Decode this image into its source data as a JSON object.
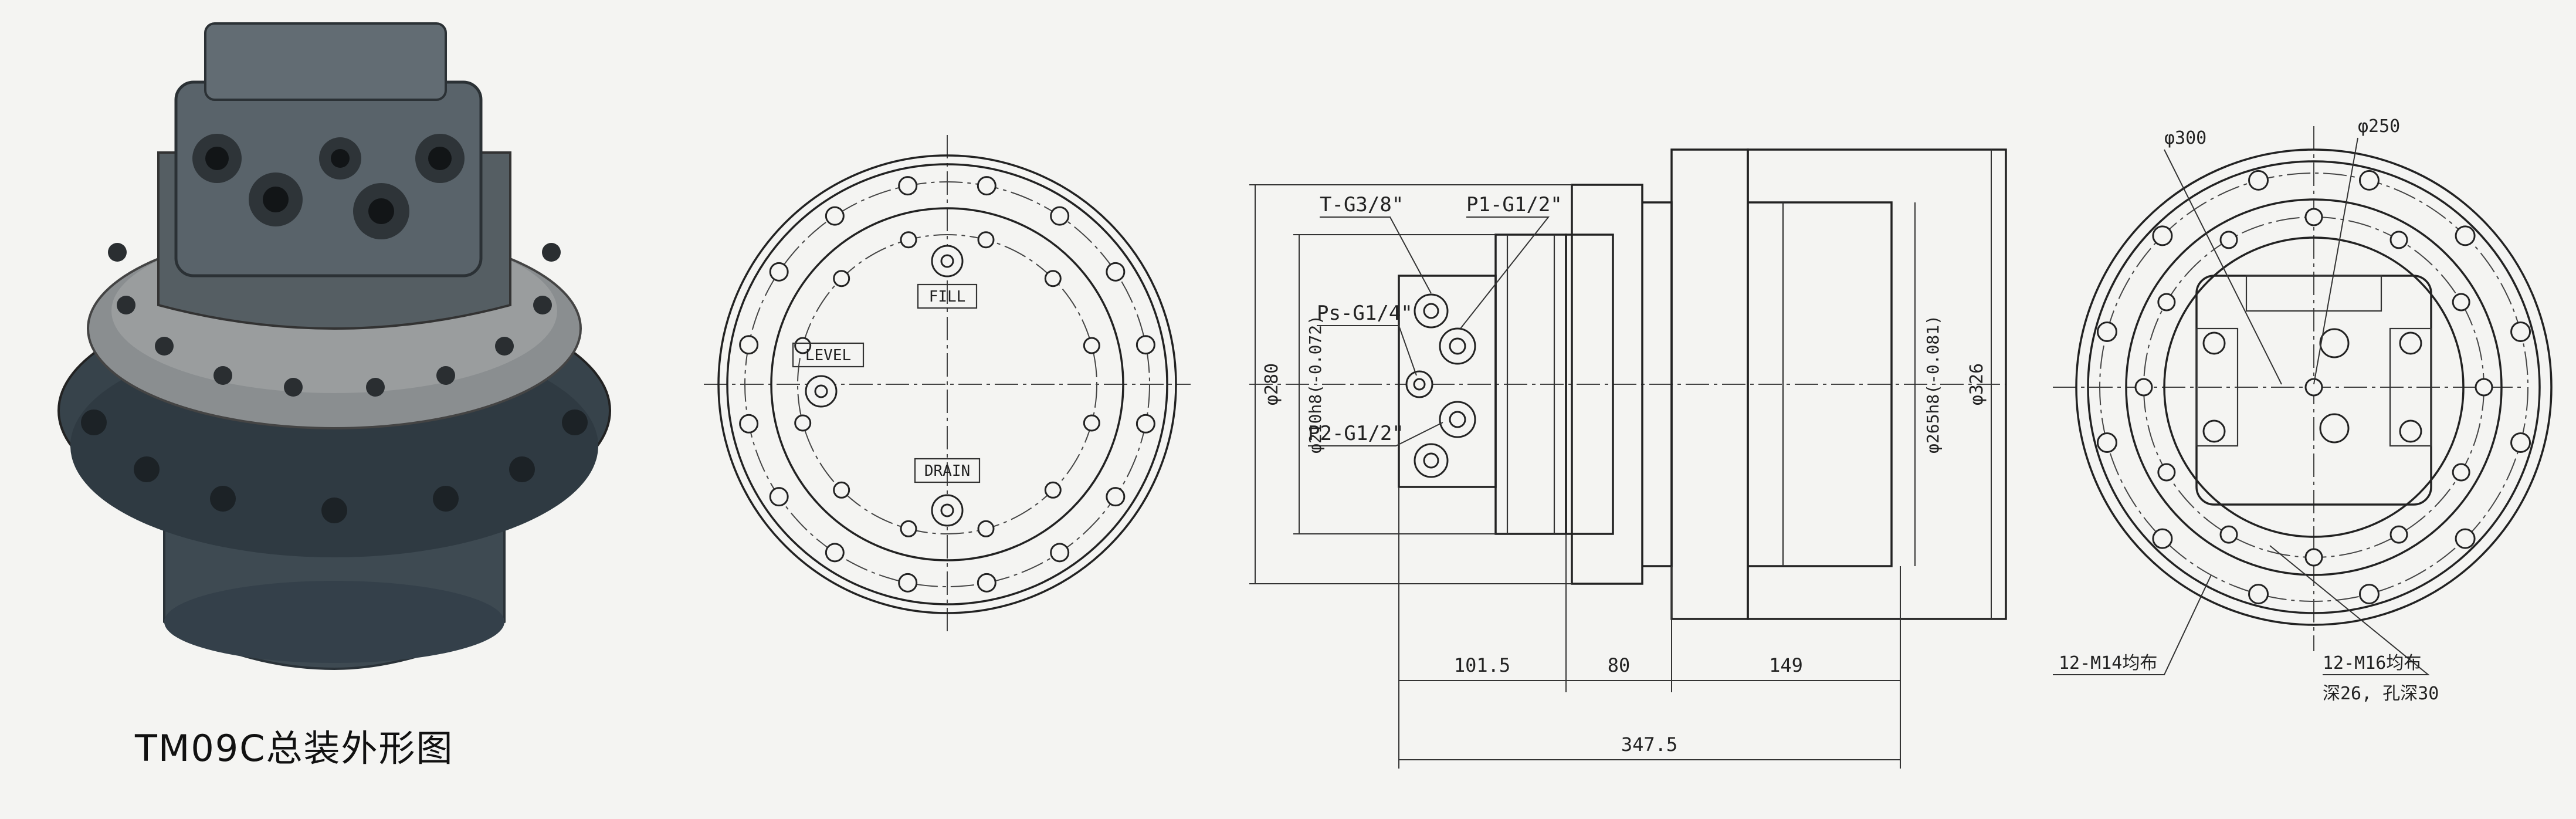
{
  "caption": "TM09C总装外形图",
  "front_view": {
    "labels": {
      "fill": "FILL",
      "level": "LEVEL",
      "drain": "DRAIN"
    }
  },
  "side_view": {
    "ports": {
      "t_port": "T-G3/8\"",
      "p1_port": "P1-G1/2\"",
      "ps_port": "Ps-G1/4\"",
      "p2_port": "P2-G1/2\""
    },
    "diameters": {
      "d280": "φ280",
      "d210": "φ210h8(-0.072)",
      "d265": "φ265h8(-0.081)",
      "d326": "φ326"
    },
    "lengths": {
      "l1": "101.5",
      "l2": "80",
      "l3": "149",
      "total": "347.5"
    }
  },
  "back_view": {
    "d300": "φ300",
    "d250": "φ250",
    "bolt_m14": "12-M14均布",
    "bolt_m16": "12-M16均布",
    "bolt_m16_depth": "深26, 孔深30"
  }
}
